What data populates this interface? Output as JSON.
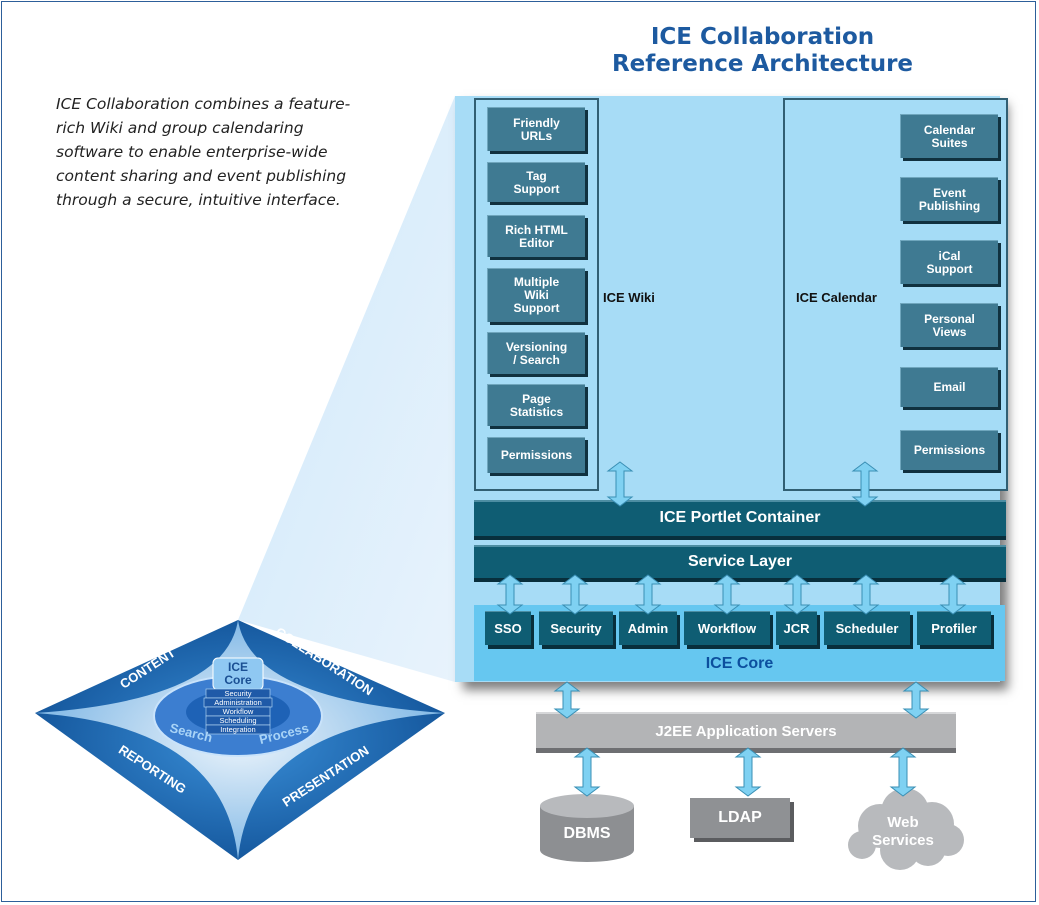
{
  "title": {
    "line1": "ICE Collaboration",
    "line2": "Reference Architecture"
  },
  "blurb": "ICE Collaboration combines a feature-rich Wiki and group calendaring software to enable enterprise-wide content sharing and event publishing through a secure, intuitive interface.",
  "wiki": {
    "label": "ICE Wiki",
    "items": [
      {
        "l1": "Friendly",
        "l2": "URLs"
      },
      {
        "l1": "Tag",
        "l2": "Support"
      },
      {
        "l1": "Rich HTML",
        "l2": "Editor"
      },
      {
        "l1": "Multiple",
        "l2": "Wiki",
        "l3": "Support"
      },
      {
        "l1": "Versioning",
        "l2": "/ Search"
      },
      {
        "l1": "Page",
        "l2": "Statistics"
      },
      {
        "l1": "Permissions"
      }
    ]
  },
  "calendar": {
    "label": "ICE Calendar",
    "items": [
      {
        "l1": "Calendar",
        "l2": "Suites"
      },
      {
        "l1": "Event",
        "l2": "Publishing"
      },
      {
        "l1": "iCal",
        "l2": "Support"
      },
      {
        "l1": "Personal",
        "l2": "Views"
      },
      {
        "l1": "Email"
      },
      {
        "l1": "Permissions"
      }
    ]
  },
  "portlet_container": "ICE Portlet Container",
  "service_layer": "Service Layer",
  "core": {
    "label": "ICE Core",
    "services": [
      "SSO",
      "Security",
      "Admin",
      "Workflow",
      "JCR",
      "Scheduler",
      "Profiler"
    ]
  },
  "app_servers": "J2EE Application Servers",
  "backends": {
    "dbms": "DBMS",
    "ldap": "LDAP",
    "web_l1": "Web",
    "web_l2": "Services"
  },
  "diamond": {
    "quadrants": [
      "CONTENT",
      "COLLABORATION",
      "REPORTING",
      "PRESENTATION"
    ],
    "core_l1": "ICE",
    "core_l2": "Core",
    "stack": [
      "Security",
      "Administration",
      "Workflow",
      "Scheduling",
      "Integration"
    ],
    "ring": [
      "Search",
      "Process"
    ]
  },
  "colors": {
    "title": "#1d5aa0",
    "panel": "#a7dcf6",
    "dark_box": "#0f5d73",
    "core": "#66c7f0",
    "diamond": "#1560b2"
  }
}
